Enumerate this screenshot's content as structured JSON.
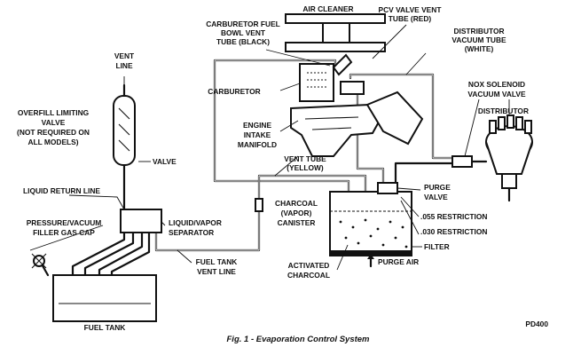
{
  "figure": {
    "caption": "Fig. 1 - Evaporation Control System",
    "code": "PD400"
  },
  "labels": {
    "air_cleaner": "AIR CLEANER",
    "pcv_tube_1": "PCV VALVE VENT",
    "pcv_tube_2": "TUBE (RED)",
    "carb_bowl_1": "CARBURETOR FUEL",
    "carb_bowl_2": "BOWL VENT",
    "carb_bowl_3": "TUBE (BLACK)",
    "dist_tube_1": "DISTRIBUTOR",
    "dist_tube_2": "VACUUM TUBE",
    "dist_tube_3": "(WHITE)",
    "vent_line_1": "VENT",
    "vent_line_2": "LINE",
    "carburetor": "CARBURETOR",
    "nox_1": "NOX SOLENOID",
    "nox_2": "VACUUM VALVE",
    "distributor": "DISTRIBUTOR",
    "overfill_1": "OVERFILL LIMITING",
    "overfill_2": "VALVE",
    "overfill_3": "(NOT REQUIRED ON",
    "overfill_4": "ALL MODELS)",
    "engine_1": "ENGINE",
    "engine_2": "INTAKE",
    "engine_3": "MANIFOLD",
    "valve": "VALVE",
    "vent_tube_1": "VENT TUBE",
    "vent_tube_2": "(YELLOW)",
    "liquid_return": "LIQUID RETURN LINE",
    "purge_valve_1": "PURGE",
    "purge_valve_2": "VALVE",
    "canister_1": "CHARCOAL",
    "canister_2": "(VAPOR)",
    "canister_3": "CANISTER",
    "restriction_055": ".055 RESTRICTION",
    "pressure_1": "PRESSURE/VACUUM",
    "pressure_2": "FILLER GAS CAP",
    "separator_1": "LIQUID/VAPOR",
    "separator_2": "SEPARATOR",
    "restriction_030": ".030 RESTRICTION",
    "filter": "FILTER",
    "fuel_tank_vent_1": "FUEL TANK",
    "fuel_tank_vent_2": "VENT LINE",
    "activated_1": "ACTIVATED",
    "activated_2": "CHARCOAL",
    "purge_air": "PURGE AIR",
    "fuel_tank": "FUEL TANK"
  }
}
